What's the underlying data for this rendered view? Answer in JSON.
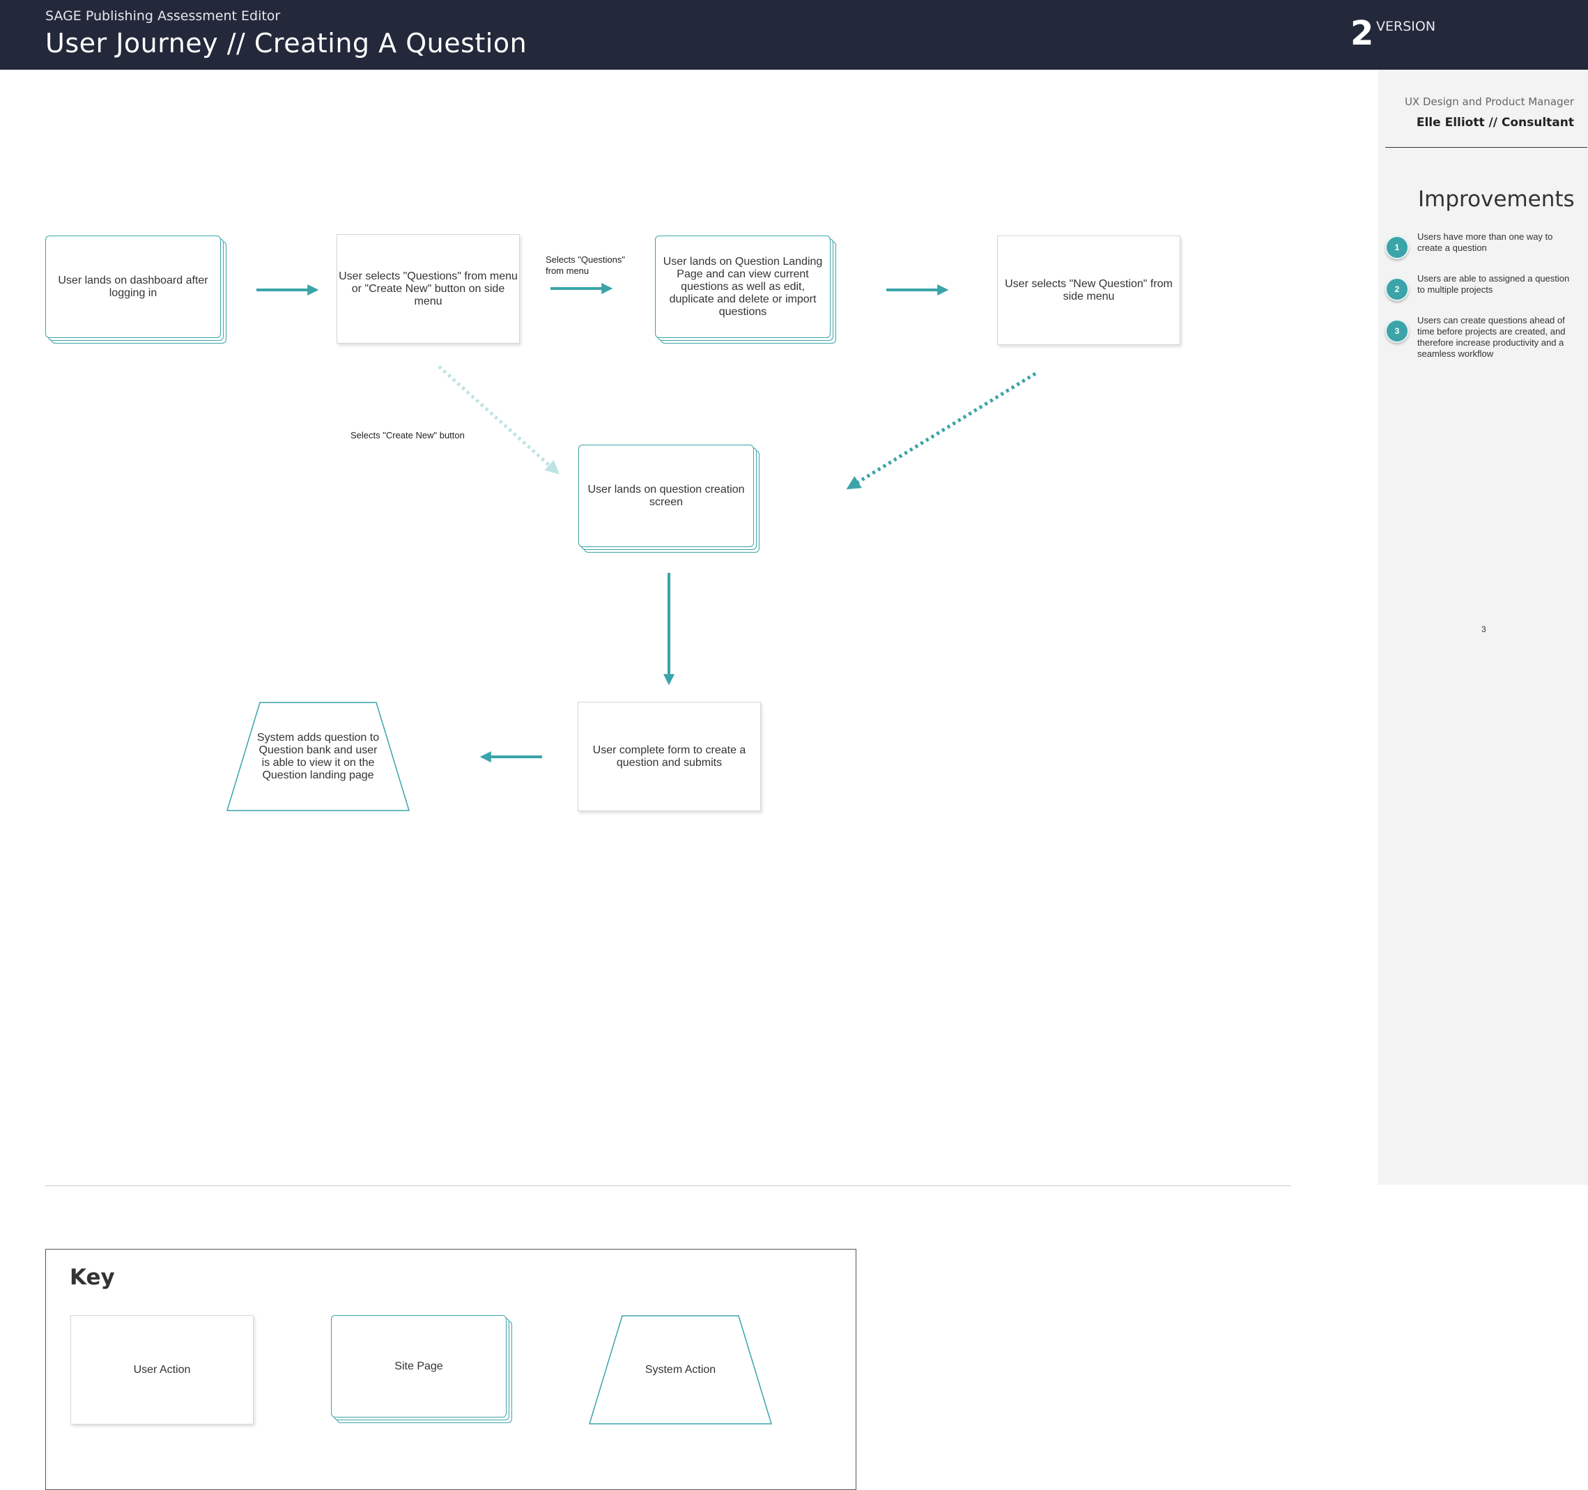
{
  "header": {
    "app_name": "SAGE Publishing Assessment Editor",
    "title": "User Journey // Creating A Question",
    "version_number": "2",
    "version_label": "VERSION"
  },
  "sidebar": {
    "role": "UX Design and Product Manager",
    "author": "Elle Elliott // Consultant",
    "improvements_heading": "Improvements",
    "improvements": [
      {
        "num": "1",
        "text": "Users have more than one way to create a question"
      },
      {
        "num": "2",
        "text": "Users are able to assigned a question to multiple projects"
      },
      {
        "num": "3",
        "text": "Users can create questions ahead of time before projects are created, and therefore increase productivity and a seamless workflow"
      }
    ],
    "page_number": "3"
  },
  "flow": {
    "nodes": {
      "dashboard": "User lands on dashboard after logging in",
      "select_questions": "User selects \"Questions\" from menu or \"Create New\" button on side menu",
      "landing_page": "User lands on Question Landing Page and can view current questions as well as edit, duplicate and delete or import questions",
      "new_question": "User selects \"New Question\" from side menu",
      "creation_screen": "User lands on question creation screen",
      "complete_form": "User complete form to create a question and submits",
      "system_adds": "System adds question to Question bank and user is able to view it on the Question landing page"
    },
    "edge_labels": {
      "selects_questions": "Selects \"Questions\" from menu",
      "selects_create_new": "Selects \"Create New\" button"
    }
  },
  "key": {
    "title": "Key",
    "user_action": "User Action",
    "site_page": "Site Page",
    "system_action": "System Action"
  },
  "colors": {
    "header_bg": "#23283a",
    "accent": "#3aa4a9",
    "sidebar_bg": "#f3f3f3"
  }
}
